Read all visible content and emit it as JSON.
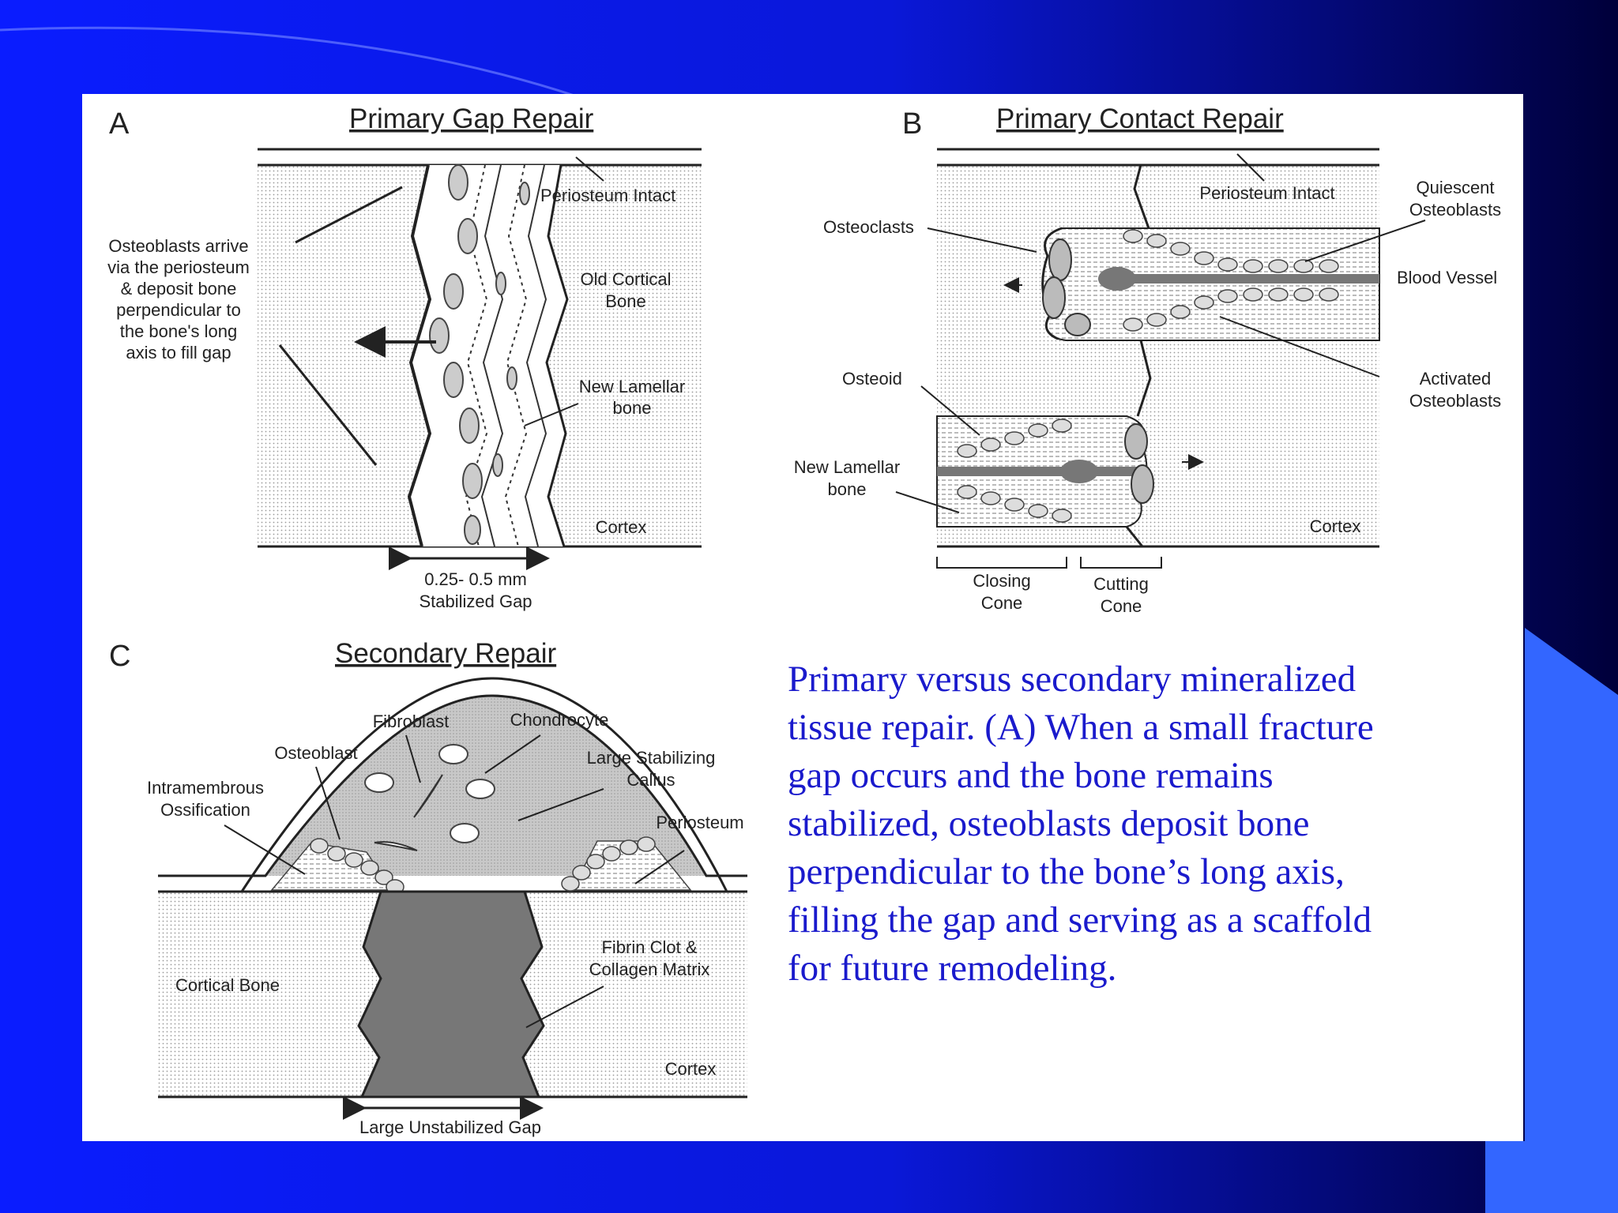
{
  "colors": {
    "slide_dark": "#00003a",
    "slide_blue": "#0a1cff",
    "accent_blue": "#3366ff",
    "caption_text": "#1a1acc",
    "ink": "#222222",
    "dark_fill": "#777777"
  },
  "panelA": {
    "letter": "A",
    "title": "Primary Gap Repair",
    "periosteum": "Periosteum Intact",
    "old_cortical": [
      "Old Cortical",
      "Bone"
    ],
    "new_lamellar": [
      "New Lamellar",
      "bone"
    ],
    "cortex": "Cortex",
    "osteoblast_note": [
      "Osteoblasts arrive",
      "via the periosteum",
      "& deposit bone",
      "perpendicular to",
      "the bone's long",
      "axis to fill gap"
    ],
    "gap": [
      "0.25- 0.5 mm",
      "Stabilized Gap"
    ]
  },
  "panelB": {
    "letter": "B",
    "title": "Primary Contact Repair",
    "periosteum": "Periosteum Intact",
    "quiescent": [
      "Quiescent",
      "Osteoblasts"
    ],
    "osteoclasts": "Osteoclasts",
    "blood_vessel": "Blood Vessel",
    "activated": [
      "Activated",
      "Osteoblasts"
    ],
    "osteoid": "Osteoid",
    "new_lamellar": [
      "New Lamellar",
      "bone"
    ],
    "cortex": "Cortex",
    "closing_cone": [
      "Closing",
      "Cone"
    ],
    "cutting_cone": [
      "Cutting",
      "Cone"
    ]
  },
  "panelC": {
    "letter": "C",
    "title": "Secondary Repair",
    "fibroblast": "Fibroblast",
    "chondrocyte": "Chondrocyte",
    "osteoblast": "Osteoblast",
    "large_callus": [
      "Large Stabilizing",
      "Callus"
    ],
    "intramembrous": [
      "Intramembrous",
      "Ossification"
    ],
    "periosteum": "Periosteum",
    "fibrin": [
      "Fibrin Clot &",
      "Collagen Matrix"
    ],
    "cortical_bone": "Cortical Bone",
    "cortex": "Cortex",
    "gap": "Large Unstabilized Gap"
  },
  "caption": {
    "lines": [
      "Primary versus secondary mineralized",
      "tissue repair. (A) When a small fracture",
      "gap occurs and the bone remains",
      "stabilized, osteoblasts deposit bone",
      "perpendicular to the bone’s long axis,",
      "filling the gap and serving as a scaffold",
      "for future remodeling."
    ]
  }
}
